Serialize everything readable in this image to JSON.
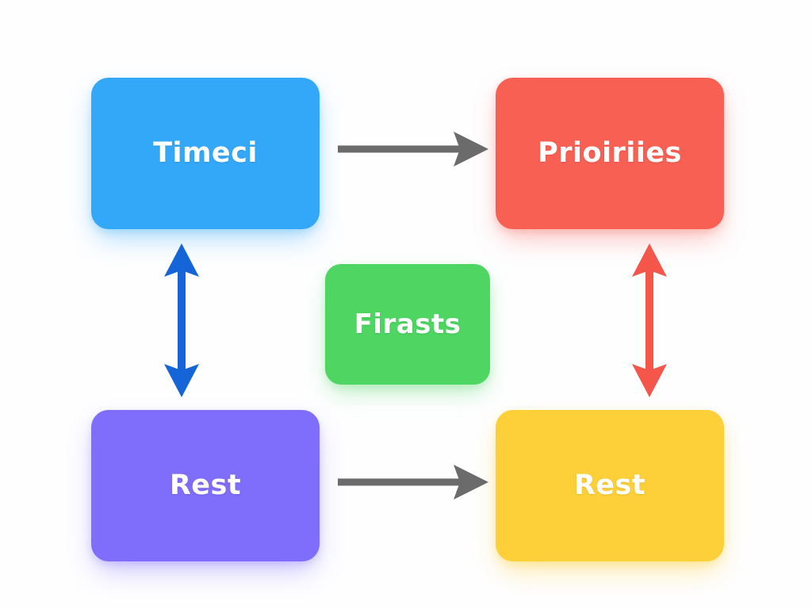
{
  "diagram": {
    "title": "flow-diagram",
    "background_color": "#fefeff",
    "nodes": [
      {
        "id": "node-blue",
        "label": "Timeci",
        "color": "#34a8f8",
        "text_color": "#ffffff",
        "shape": "rounded-rectangle",
        "position": "top-left"
      },
      {
        "id": "node-red",
        "label": "Prioiriies",
        "color": "#f96054",
        "text_color": "#ffffff",
        "shape": "rounded-rectangle",
        "position": "top-right"
      },
      {
        "id": "node-green",
        "label": "Firasts",
        "color": "#4ed562",
        "text_color": "#ffffff",
        "shape": "rounded-rectangle",
        "position": "center"
      },
      {
        "id": "node-purple",
        "label": "Rest",
        "color": "#7f6dfb",
        "text_color": "#ffffff",
        "shape": "rounded-rectangle",
        "position": "bottom-left"
      },
      {
        "id": "node-yellow",
        "label": "Rest",
        "color": "#fdcf39",
        "text_color": "#ffffff",
        "shape": "rounded-rectangle",
        "position": "bottom-right"
      }
    ],
    "connectors": [
      {
        "id": "arrow-top-horizontal",
        "from": "node-blue",
        "to": "node-red",
        "color": "#6b6b6b",
        "direction": "right",
        "heads": 1,
        "orientation": "horizontal"
      },
      {
        "id": "arrow-bottom-horizontal",
        "from": "node-purple",
        "to": "node-yellow",
        "color": "#6b6b6b",
        "direction": "right",
        "heads": 1,
        "orientation": "horizontal"
      },
      {
        "id": "arrow-left-vertical",
        "from": "node-blue",
        "to": "node-purple",
        "color": "#1565d8",
        "direction": "both",
        "heads": 2,
        "orientation": "vertical"
      },
      {
        "id": "arrow-right-vertical",
        "from": "node-red",
        "to": "node-yellow",
        "color": "#f4564a",
        "direction": "both",
        "heads": 2,
        "orientation": "vertical"
      }
    ]
  }
}
